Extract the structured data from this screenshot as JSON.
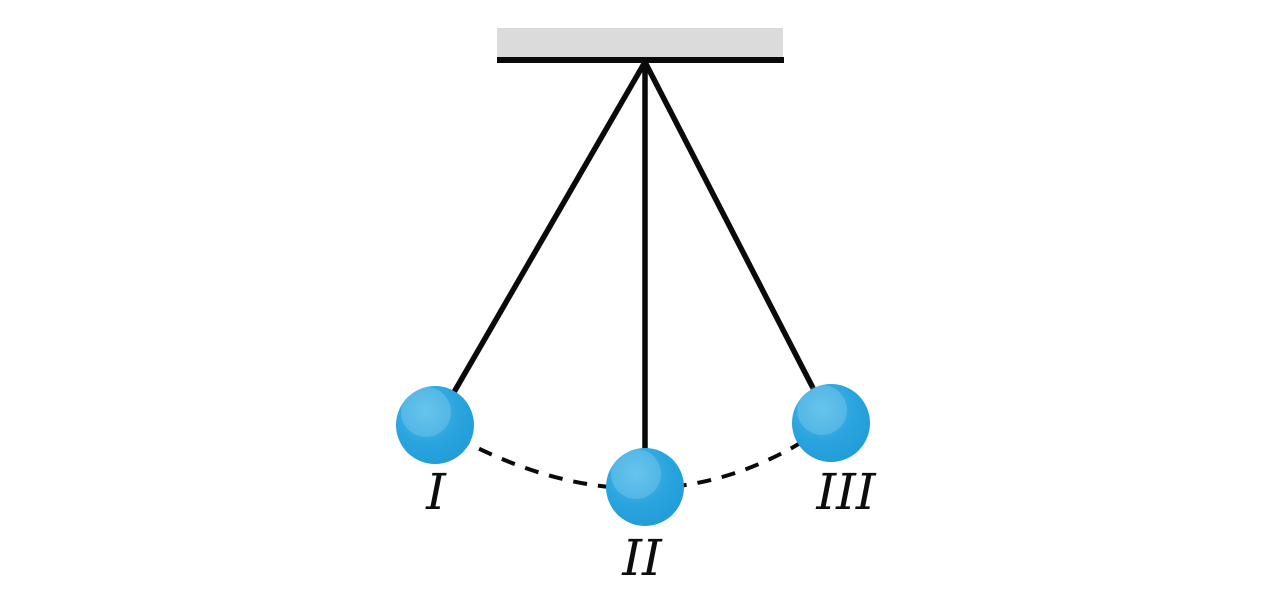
{
  "diagram": {
    "labels": {
      "position_left": "I",
      "position_center": "II",
      "position_right": "III"
    },
    "colors": {
      "ball": "#2AA4DE",
      "ball_light": "#4CB9EA",
      "ball_edge": "#1F9BD7",
      "ball_highlight": "rgba(255,255,255,0.16)",
      "ceiling": "#DBDBDB",
      "stroke": "#0A0A0A",
      "background": "#FFFFFF"
    }
  }
}
